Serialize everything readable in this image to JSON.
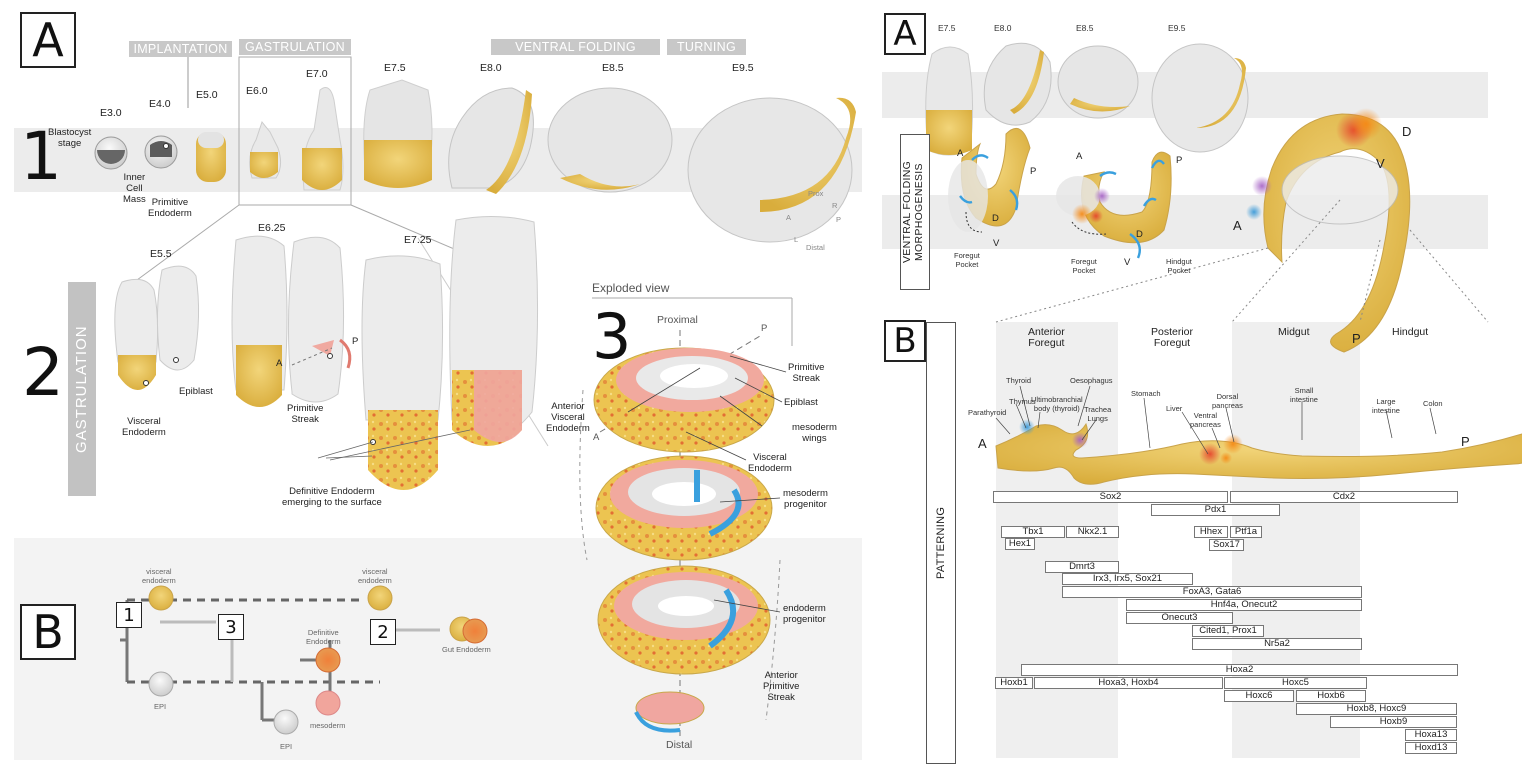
{
  "left": {
    "panel_A_letter": "A",
    "panel_B_letter": "B",
    "headers": {
      "implantation": "IMPLANTATION",
      "gastrulation": "GASTRULATION",
      "ventral_folding": "VENTRAL FOLDING",
      "turning": "TURNING"
    },
    "row1_number": "1",
    "row2_number": "2",
    "row3_number": "3",
    "stages": {
      "e30": "E3.0",
      "e40": "E4.0",
      "e50": "E5.0",
      "e60": "E6.0",
      "e70": "E7.0",
      "e75": "E7.5",
      "e80": "E8.0",
      "e85": "E8.5",
      "e95": "E9.5",
      "e55": "E5.5",
      "e625": "E6.25",
      "e725": "E7.25"
    },
    "row1_labels": {
      "blastocyst": "Blastocyst\nstage",
      "icm": "Inner\nCell\nMass",
      "prim_endo": "Primitive\nEndoderm"
    },
    "axes_labels": {
      "proximal": "Prox",
      "distal": "Distal",
      "p": "P",
      "a": "A",
      "r": "R",
      "l": "L"
    },
    "gastrulation_bar": "GASTRULATION",
    "row2_labels": {
      "visceral_endoderm": "Visceral\nEndoderm",
      "epiblast": "Epiblast",
      "primitive_streak": "Primitive\nStreak",
      "a": "A",
      "p": "P",
      "definitive_endoderm": "Definitive Endoderm\nemerging to the surface"
    },
    "exploded": {
      "title": "Exploded view",
      "proximal": "Proximal",
      "distal": "Distal",
      "p": "P",
      "a": "A",
      "primitive_streak": "Primitive\nStreak",
      "epiblast": "Epiblast",
      "mesoderm_wings": "mesoderm\nwings",
      "ave": "Anterior\nVisceral\nEndoderm",
      "visceral_endoderm": "Visceral\nEndoderm",
      "mesoderm_progenitor": "mesoderm\nprogenitor",
      "endoderm_progenitor": "endoderm\nprogenitor",
      "aps": "Anterior\nPrimitive\nStreak"
    },
    "lineage": {
      "n1": "1",
      "n2": "2",
      "n3": "3",
      "visceral_endoderm_1": "visceral\nendoderm",
      "visceral_endoderm_2": "visceral\nendoderm",
      "epi_1": "EPI",
      "epi_2": "EPI",
      "definitive_endoderm": "Definitive\nEndoderm",
      "mesoderm": "mesoderm",
      "gut_endoderm": "Gut Endoderm"
    }
  },
  "right": {
    "panel_A_letter": "A",
    "panel_B_letter": "B",
    "stages": {
      "e75": "E7.5",
      "e80": "E8.0",
      "e85": "E8.5",
      "e95": "E9.5"
    },
    "vfm_box": "VENTRAL FOLDING\nMORPHOGENESIS",
    "morph_labels": {
      "a1": "A",
      "p1": "P",
      "d1": "D",
      "v1": "V",
      "fp1": "Foregut\nPocket",
      "a2": "A",
      "p2": "P",
      "d2": "D",
      "v2": "V",
      "fp2": "Foregut\nPocket",
      "hp2": "Hindgut\nPocket",
      "a3": "A",
      "d3": "D",
      "v3": "V",
      "p3": "P"
    },
    "patterning_box": "PATTERNING",
    "regions": [
      "Anterior\nForegut",
      "Posterior\nForegut",
      "Midgut",
      "Hindgut"
    ],
    "gut_ends": {
      "a": "A",
      "p": "P"
    },
    "organs": {
      "parathyroid": "Parathyroid",
      "thymus": "Thymus",
      "thyroid": "Thyroid",
      "ultimo": "Ultimobranchial\nbody (thyroid)",
      "oesophagus": "Oesophagus",
      "trachea": "Trachea\nLungs",
      "stomach": "Stomach",
      "liver": "Liver",
      "ventral_pancreas": "Ventral\npancreas",
      "dorsal_pancreas": "Dorsal\npancreas",
      "small_intestine": "Small\nintestine",
      "large_intestine": "Large\nintestine",
      "colon": "Colon"
    },
    "genes": [
      "Sox2",
      "Cdx2",
      "Pdx1",
      "Tbx1",
      "Nkx2.1",
      "Hhex",
      "Ptf1a",
      "Hex1",
      "Sox17",
      "Dmrt3",
      "Irx3, Irx5, Sox21",
      "FoxA3, Gata6",
      "Hnf4a, Onecut2",
      "Onecut3",
      "Cited1, Prox1",
      "Nr5a2",
      "Hoxa2",
      "Hoxb1",
      "Hoxa3, Hoxb4",
      "Hoxc5",
      "Hoxc6",
      "Hoxb6",
      "Hoxb8, Hoxc9",
      "Hoxb9",
      "Hoxa13",
      "Hoxd13"
    ]
  }
}
